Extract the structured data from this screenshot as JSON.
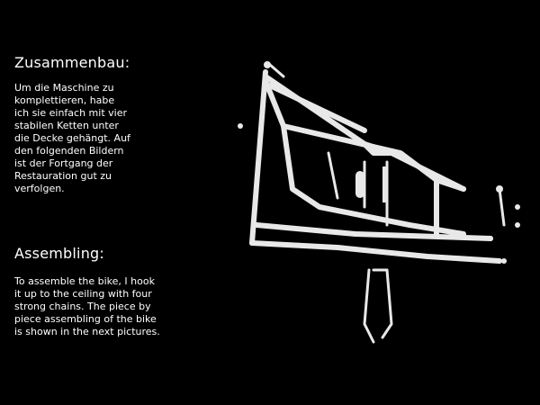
{
  "german": {
    "heading": "Zusammenbau:",
    "lines": [
      "Um die Maschine zu",
      "komplettieren, habe",
      "ich sie einfach mit vier",
      "stabilen Ketten unter",
      "die Decke gehängt. Auf",
      "den folgenden Bildern",
      "ist der Fortgang der",
      "Restauration gut zu",
      "verfolgen."
    ]
  },
  "english": {
    "heading": "Assembling:",
    "lines": [
      "To assemble the bike, I hook",
      "it up to the ceiling with four",
      "strong chains. The piece by",
      "piece assembling of the bike",
      "is shown in the next pictures."
    ]
  }
}
